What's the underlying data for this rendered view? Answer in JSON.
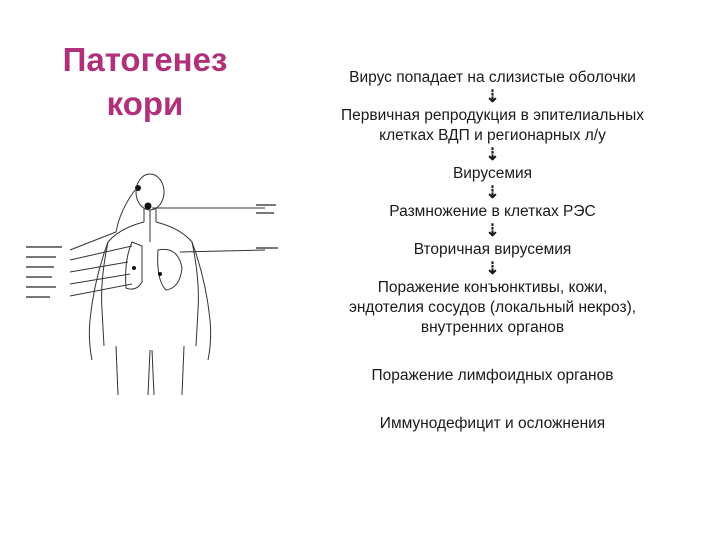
{
  "title": {
    "line1": "Патогенез",
    "line2": "кори"
  },
  "flow": {
    "step1": "Вирус попадает на слизистые оболочки",
    "step2_line1": "Первичная репродукция в эпителиальных",
    "step2_line2": "клетках ВДП и регионарных л/у",
    "step3": "Вирусемия",
    "step4": "Размножение в клетках РЭС",
    "step5": "Вторичная вирусемия",
    "step6_line1": "Поражение конъюнктивы, кожи,",
    "step6_line2": "эндотелия сосудов (локальный некроз),",
    "step6_line3": "внутренних органов",
    "step7": "Поражение лимфоидных органов",
    "step8": "Иммунодефицит и осложнения",
    "arrow_glyph": "⇣"
  },
  "colors": {
    "title": "#b0307a",
    "text": "#1a1a1a"
  }
}
